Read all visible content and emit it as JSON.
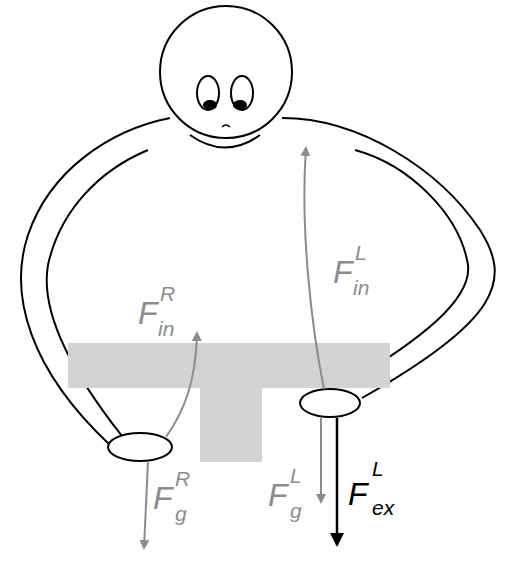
{
  "diagram": {
    "labels": [
      "F",
      "R",
      "in",
      "F",
      "L",
      "in",
      "F",
      "R",
      "g",
      "F",
      "L",
      "g",
      "F",
      "L",
      "ex"
    ]
  }
}
